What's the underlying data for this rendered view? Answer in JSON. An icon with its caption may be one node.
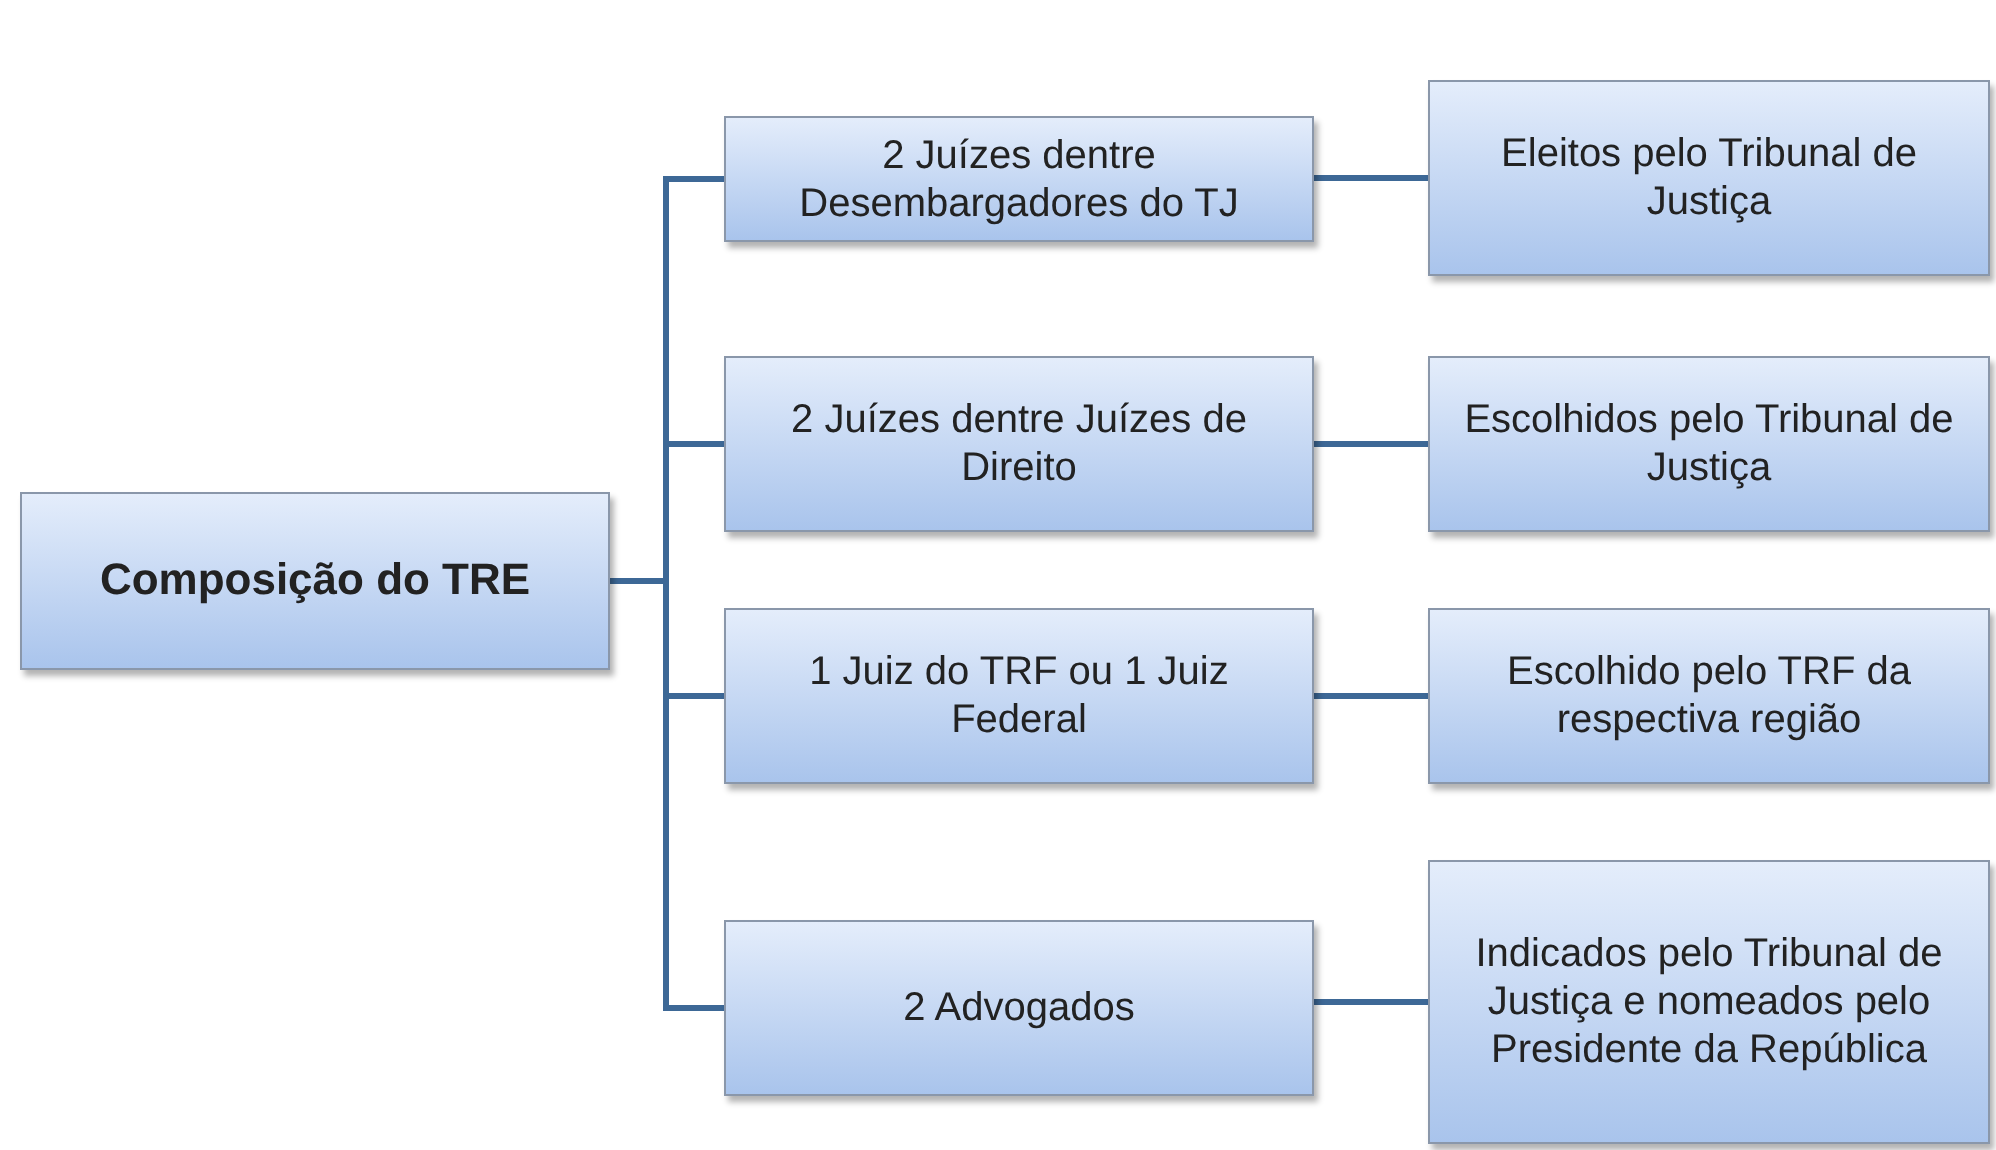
{
  "diagram": {
    "nodes": [
      {
        "text": [
          "Composição do TRE"
        ]
      },
      {
        "text": [
          "2 Juízes dentre Desembargadores do TJ"
        ]
      },
      {
        "text": [
          "Eleitos pelo Tribunal de Justiça"
        ]
      },
      {
        "text": [
          "2 Juízes dentre Juízes de Direito"
        ]
      },
      {
        "text": [
          "Escolhidos pelo Tribunal de Justiça"
        ]
      },
      {
        "text": [
          "1 Juiz do TRF ou 1 Juiz Federal"
        ]
      },
      {
        "text": [
          "Escolhido pelo TRF da respectiva região"
        ]
      },
      {
        "text": [
          "2 Advogados"
        ]
      },
      {
        "text": [
          "Indicados pelo Tribunal de Justiça e nomeados pelo Presidente da República"
        ]
      }
    ],
    "edges": [
      {
        "from": 0,
        "to": 1,
        "arrow": "none"
      },
      {
        "from": 0,
        "to": 3,
        "arrow": "none"
      },
      {
        "from": 0,
        "to": 5,
        "arrow": "none"
      },
      {
        "from": 0,
        "to": 7,
        "arrow": "none"
      },
      {
        "from": 1,
        "to": 2,
        "arrow": "none"
      },
      {
        "from": 3,
        "to": 4,
        "arrow": "none"
      },
      {
        "from": 5,
        "to": 6,
        "arrow": "none"
      },
      {
        "from": 7,
        "to": 8,
        "arrow": "none"
      }
    ]
  }
}
